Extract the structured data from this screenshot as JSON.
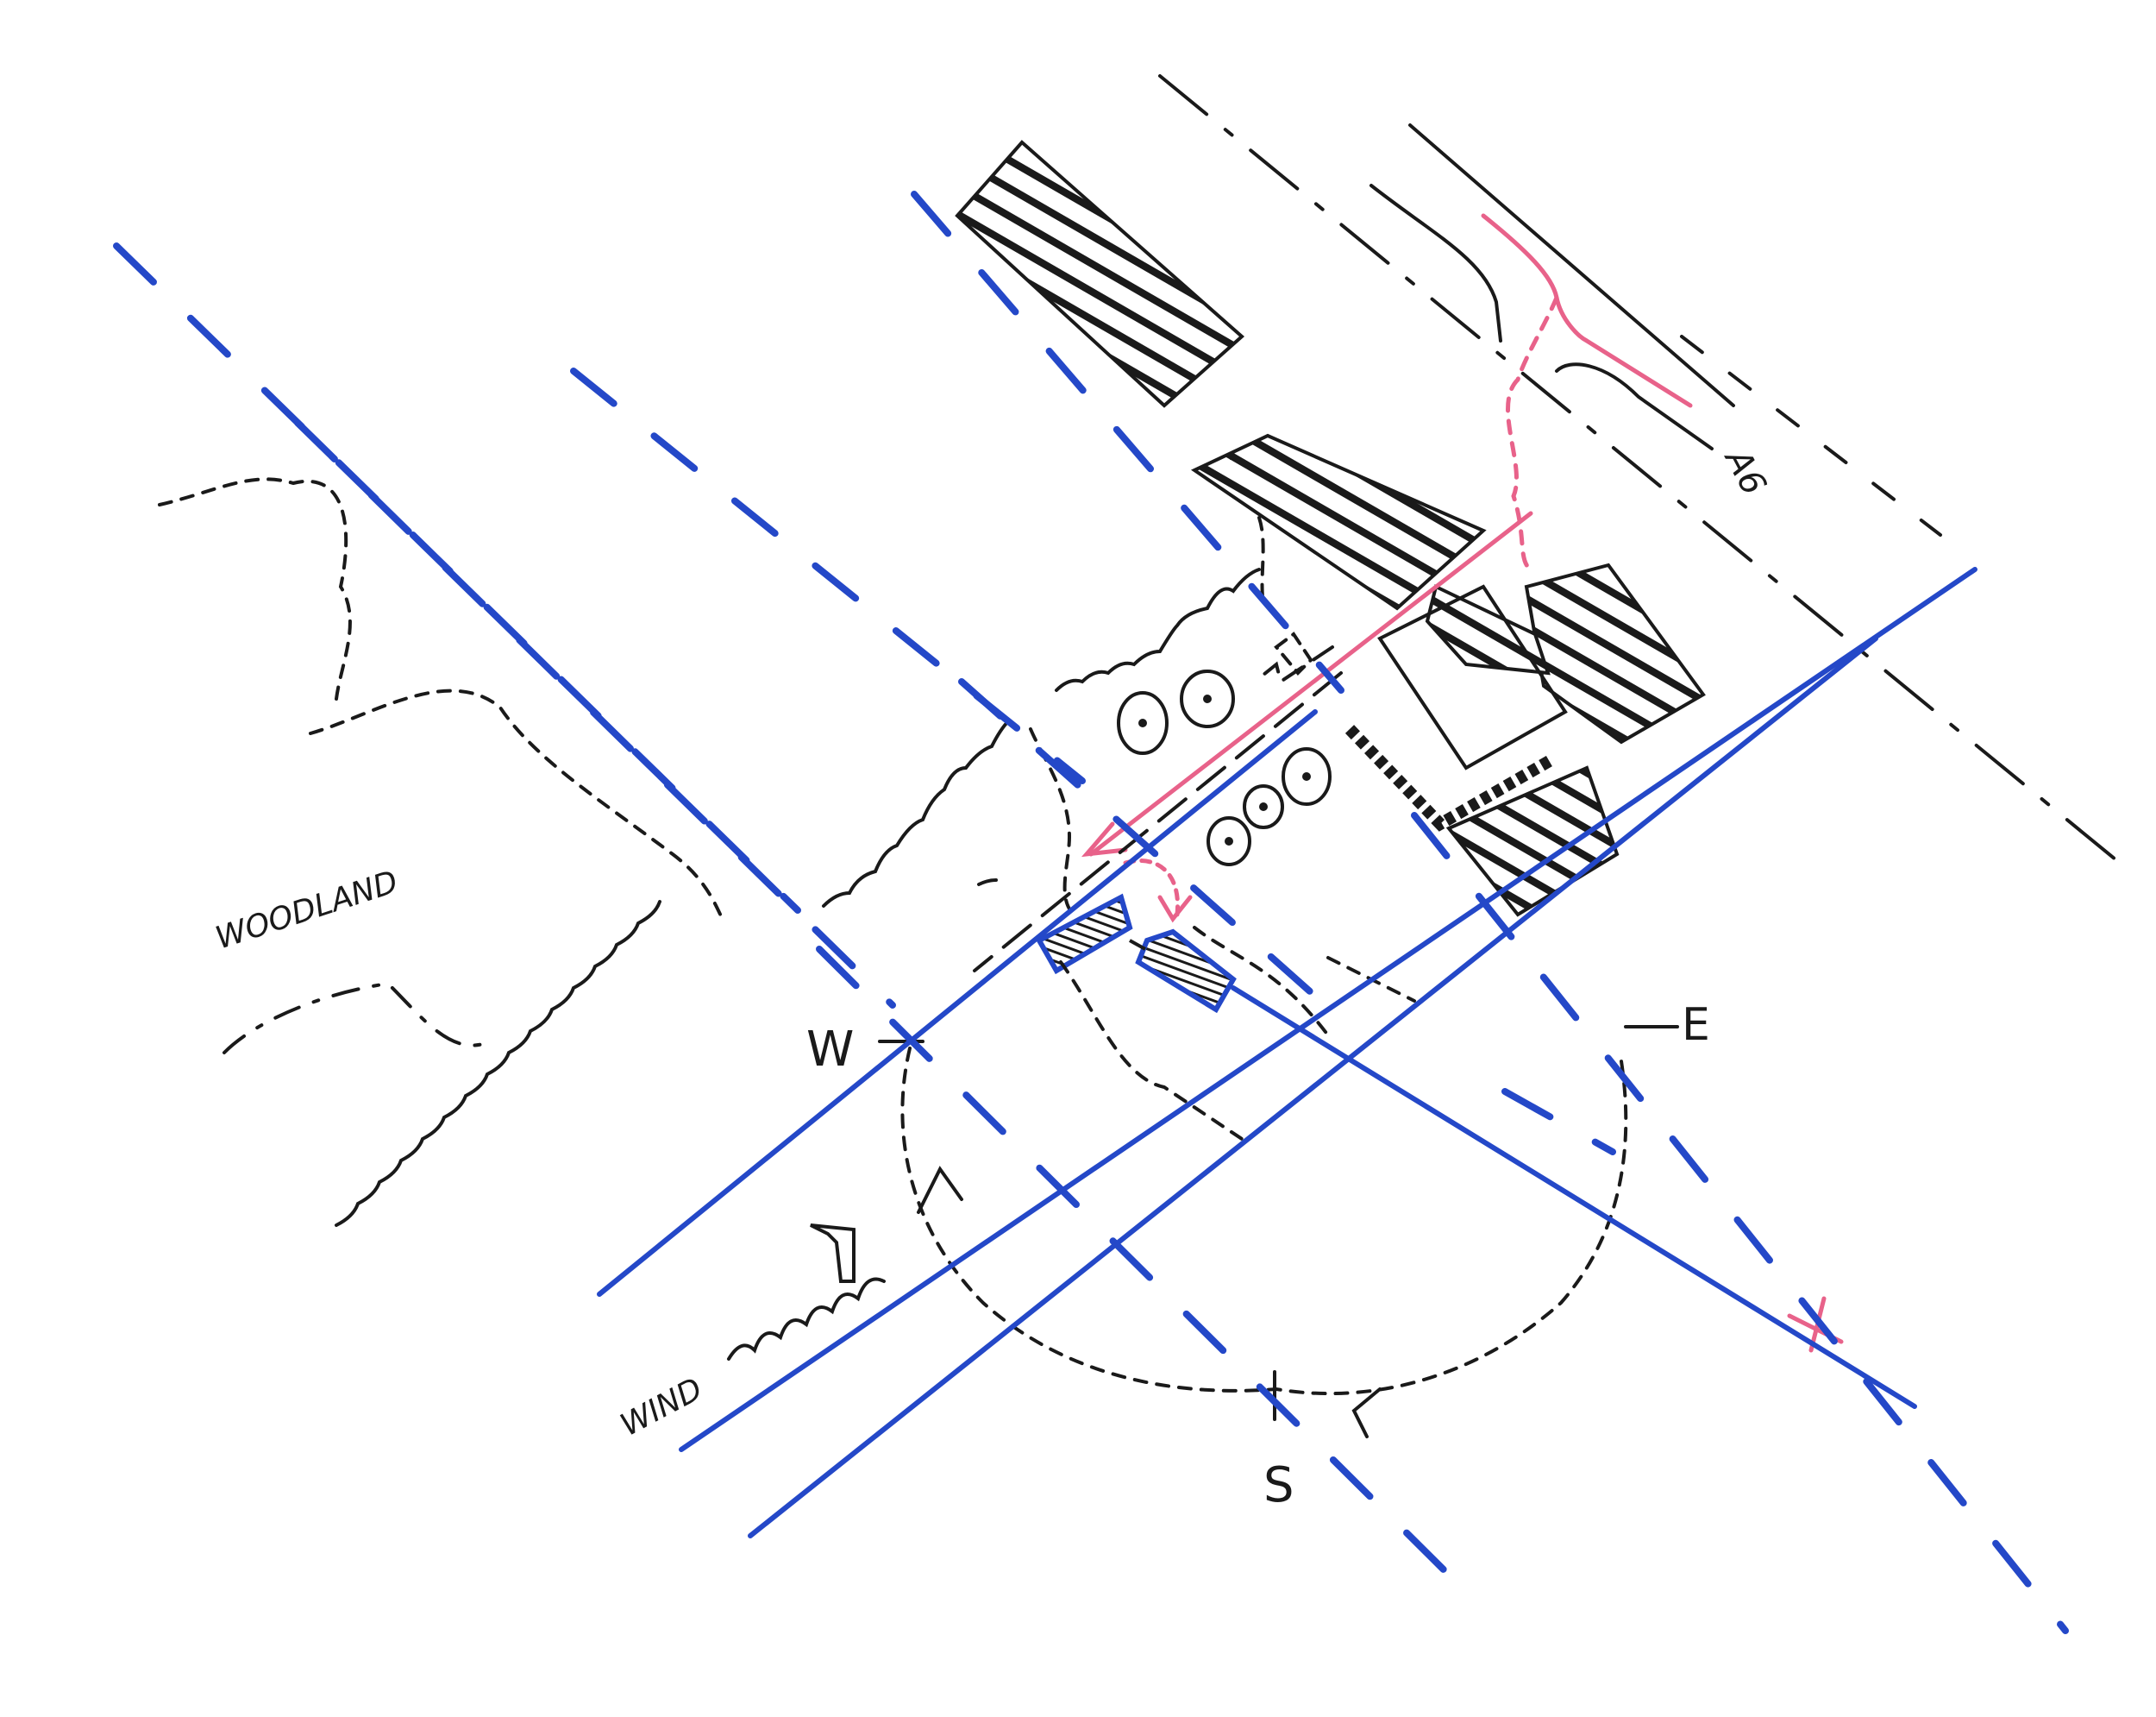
{
  "labels": {
    "woodland": "WOODLAND",
    "wind": "WIND",
    "west": "W",
    "east": "E",
    "south": "S",
    "road": "A6"
  },
  "colors": {
    "ink": "#1a1a1a",
    "sun": "#2448c8",
    "access": "#e8628a",
    "paper": "#ffffff"
  }
}
